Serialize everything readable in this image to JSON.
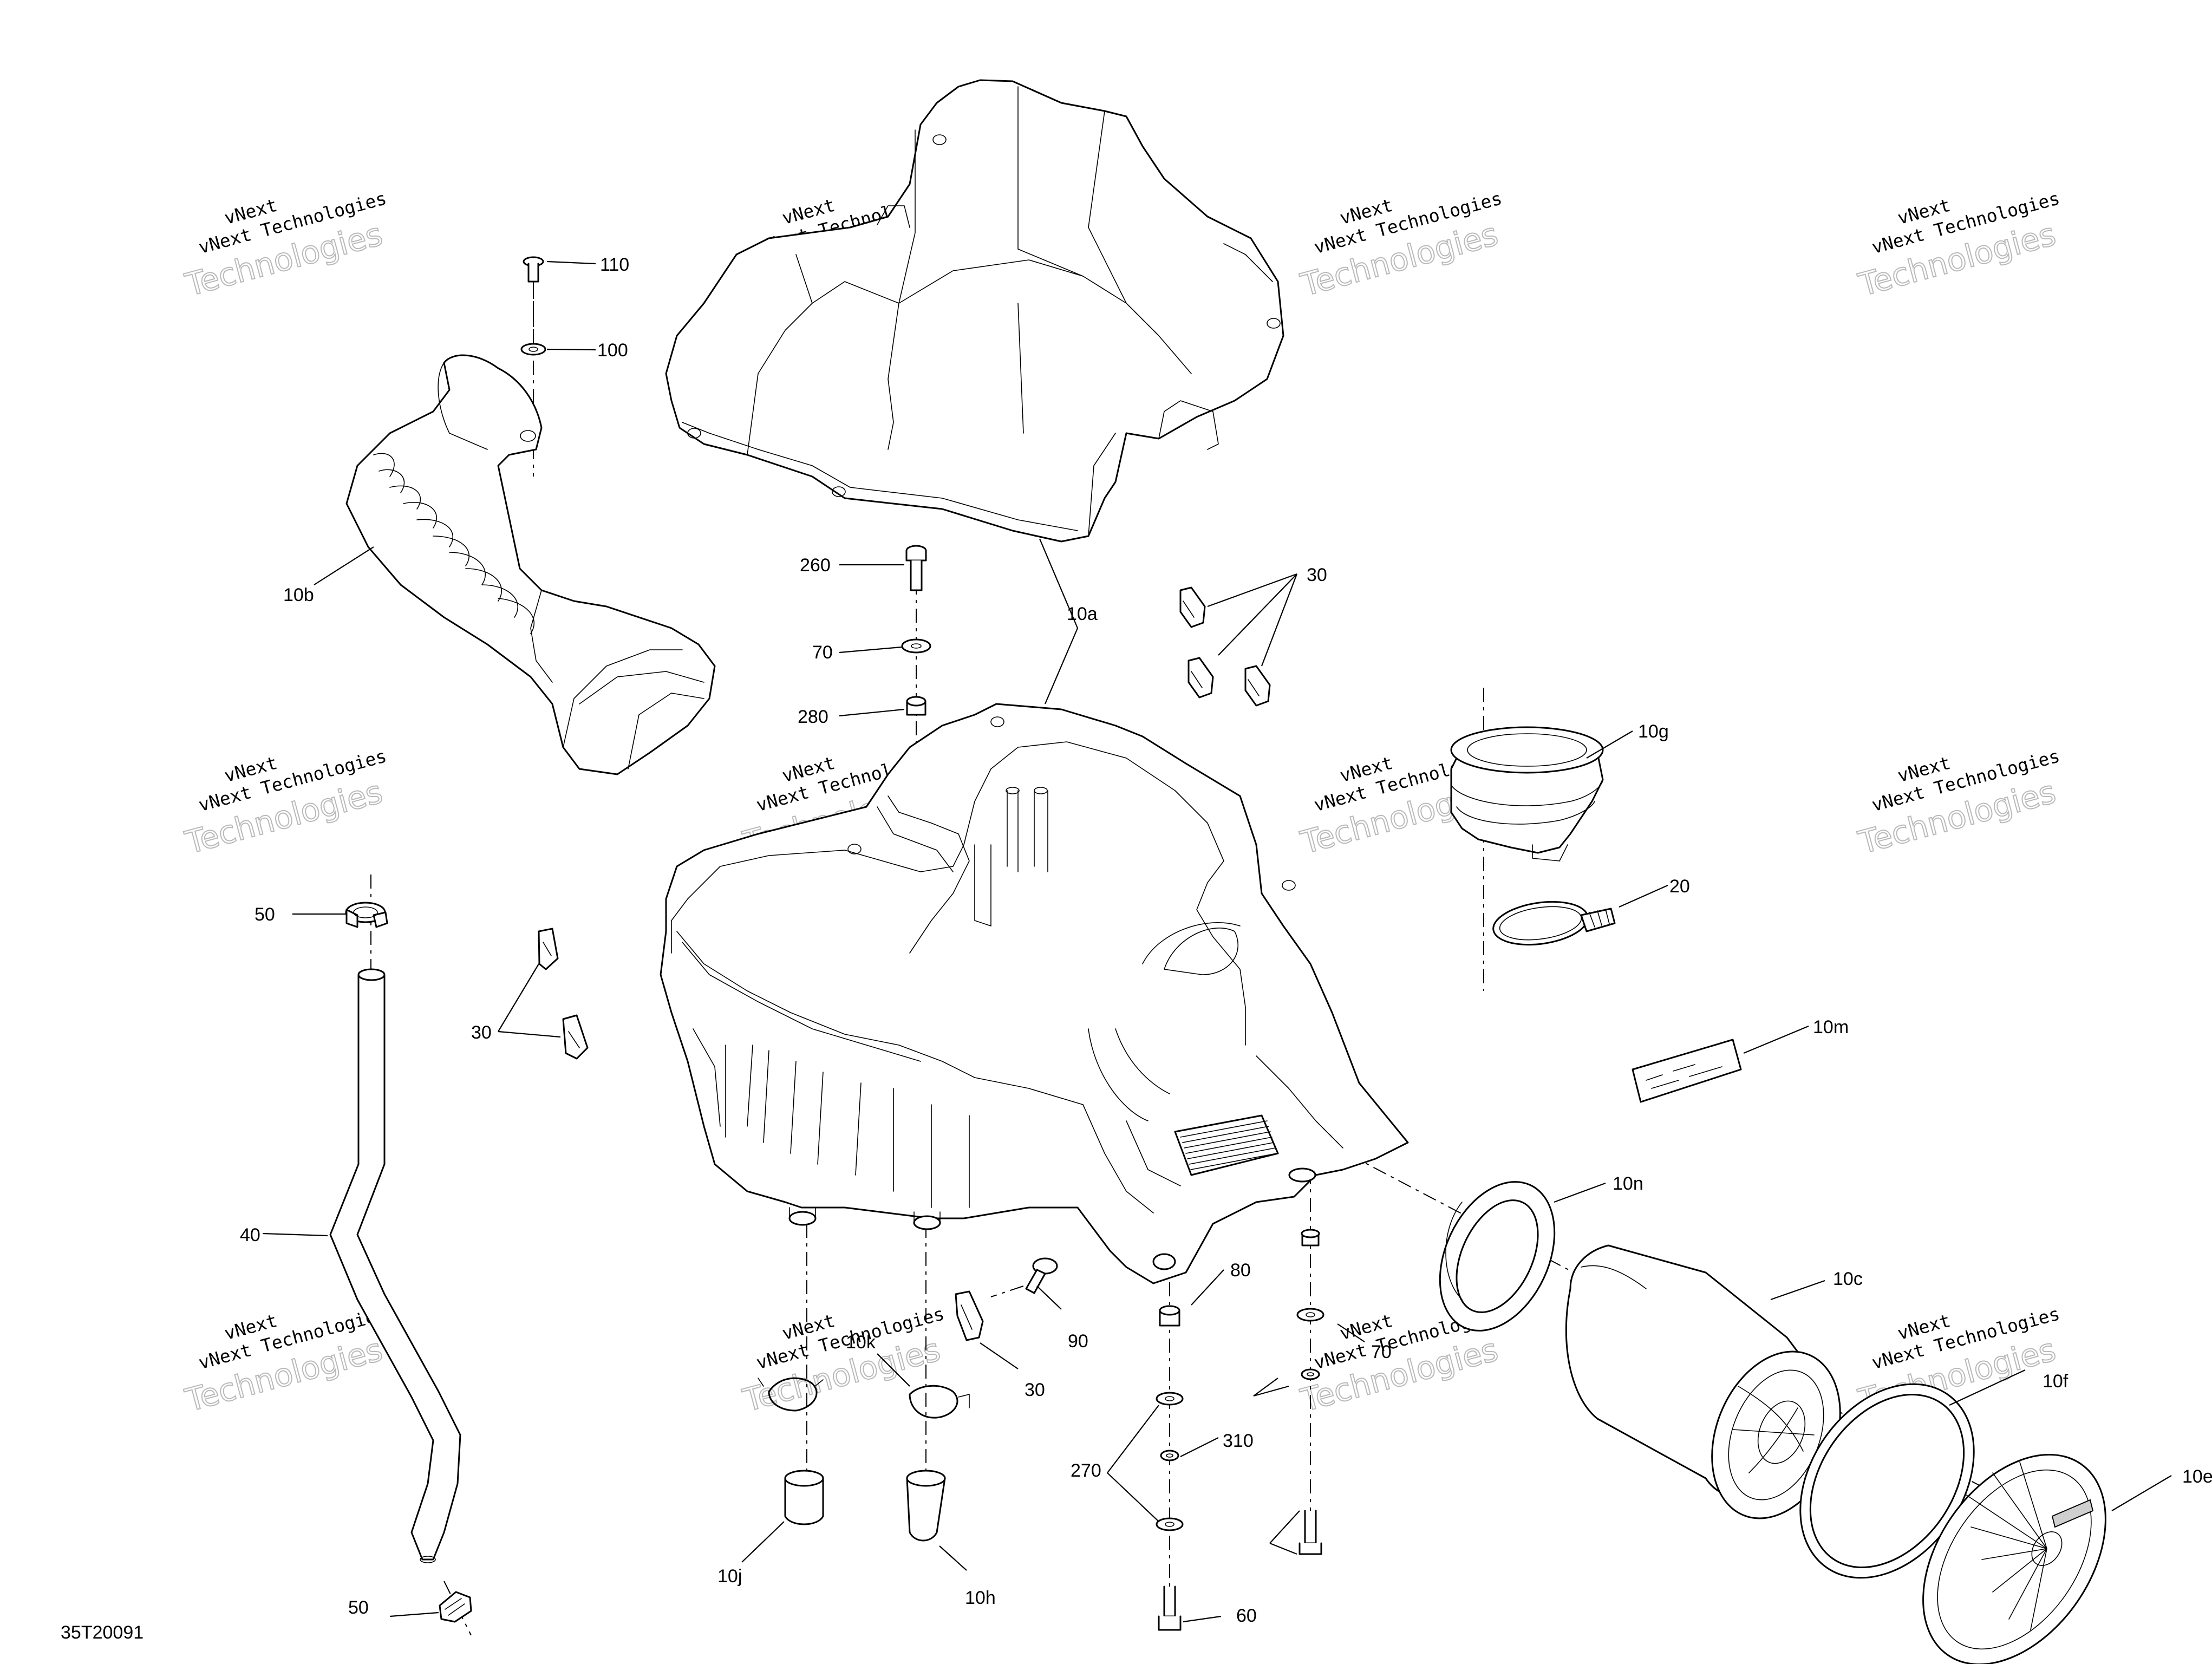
{
  "diagram": {
    "reference_code": "35T20091",
    "watermark": {
      "line1": "vNext",
      "line2": "vNext Technologies",
      "line3": "Technologies"
    },
    "callouts": {
      "c110": "110",
      "c100": "100",
      "c10b": "10b",
      "c260": "260",
      "c70a": "70",
      "c280": "280",
      "c10a": "10a",
      "c30a": "30",
      "c10g": "10g",
      "c20": "20",
      "c50a": "50",
      "c30b": "30",
      "c10m": "10m",
      "c10n": "10n",
      "c10c": "10c",
      "c40": "40",
      "c80": "80",
      "c90": "90",
      "c70b": "70",
      "c10k": "10k",
      "c30c": "30",
      "c310": "310",
      "c10f": "10f",
      "c270": "270",
      "c10e": "10e",
      "c10j": "10j",
      "c10h": "10h",
      "c60": "60",
      "c50b": "50"
    }
  }
}
